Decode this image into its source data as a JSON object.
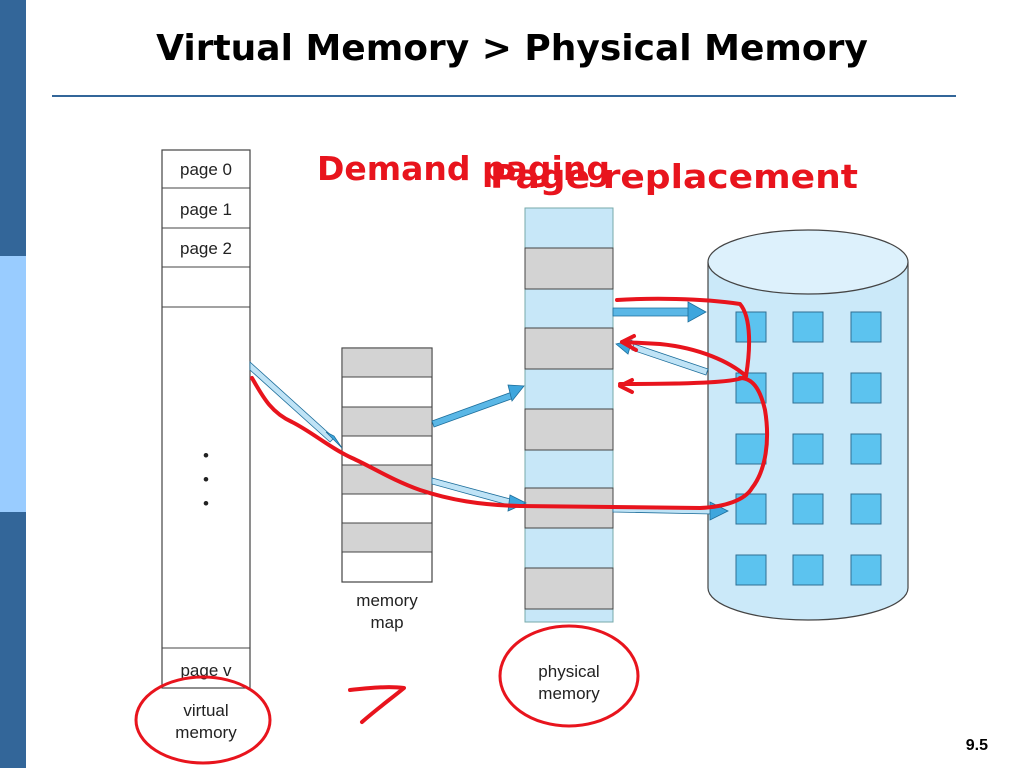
{
  "slide": {
    "title": "Virtual Memory > Physical Memory",
    "slide_number": "9.5"
  },
  "annotations": {
    "demand_paging": "Demand paging",
    "page_replacement": "Page replacement"
  },
  "virtual_memory": {
    "pages": [
      "page 0",
      "page 1",
      "page 2"
    ],
    "last_page": "page v",
    "ellipsis": "•",
    "label_line1": "virtual",
    "label_line2": "memory"
  },
  "memory_map": {
    "label_line1": "memory",
    "label_line2": "map"
  },
  "physical_memory": {
    "label_line1": "physical",
    "label_line2": "memory"
  },
  "colors": {
    "sidebar_dark": "#336699",
    "sidebar_light": "#99ccff",
    "annotation_red": "#e8141d",
    "frame_blue": "#c7e7f8",
    "frame_gray": "#d3d3d3",
    "disk_blue": "#cbe9f9",
    "disk_square": "#5cc3ef",
    "arrow_blue": "#3ea6dd"
  }
}
